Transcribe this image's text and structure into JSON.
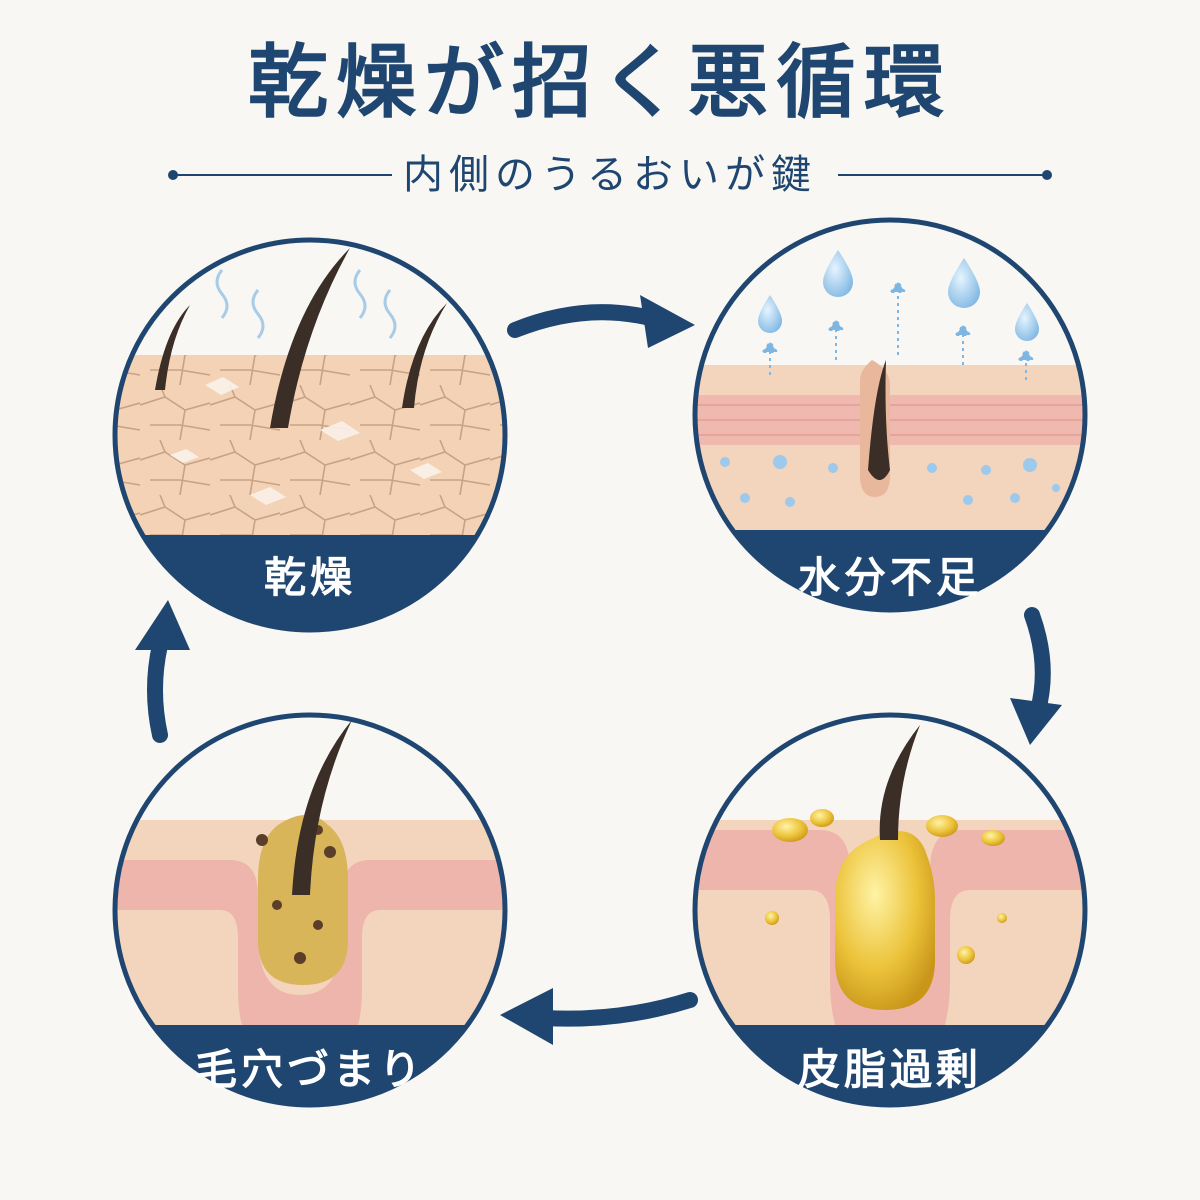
{
  "header": {
    "title": "乾燥が招く悪循環",
    "subtitle": "内側のうるおいが鍵"
  },
  "stages": [
    {
      "label": "乾燥"
    },
    {
      "label": "水分不足"
    },
    {
      "label": "皮脂過剰"
    },
    {
      "label": "毛穴づまり"
    }
  ],
  "colors": {
    "navy": "#1f4670",
    "background": "#f8f7f3",
    "skin": "#f2cdb0",
    "dermis_pink": "#ebb0a6",
    "sebum": "#e8c23a",
    "water": "#9cc9ec",
    "hair": "#3a2e26"
  },
  "icons": {
    "cycle_arrows": "arrow-right-curved",
    "moisture": "water-drop-icon",
    "evaporation": "wavy-steam-icon"
  }
}
